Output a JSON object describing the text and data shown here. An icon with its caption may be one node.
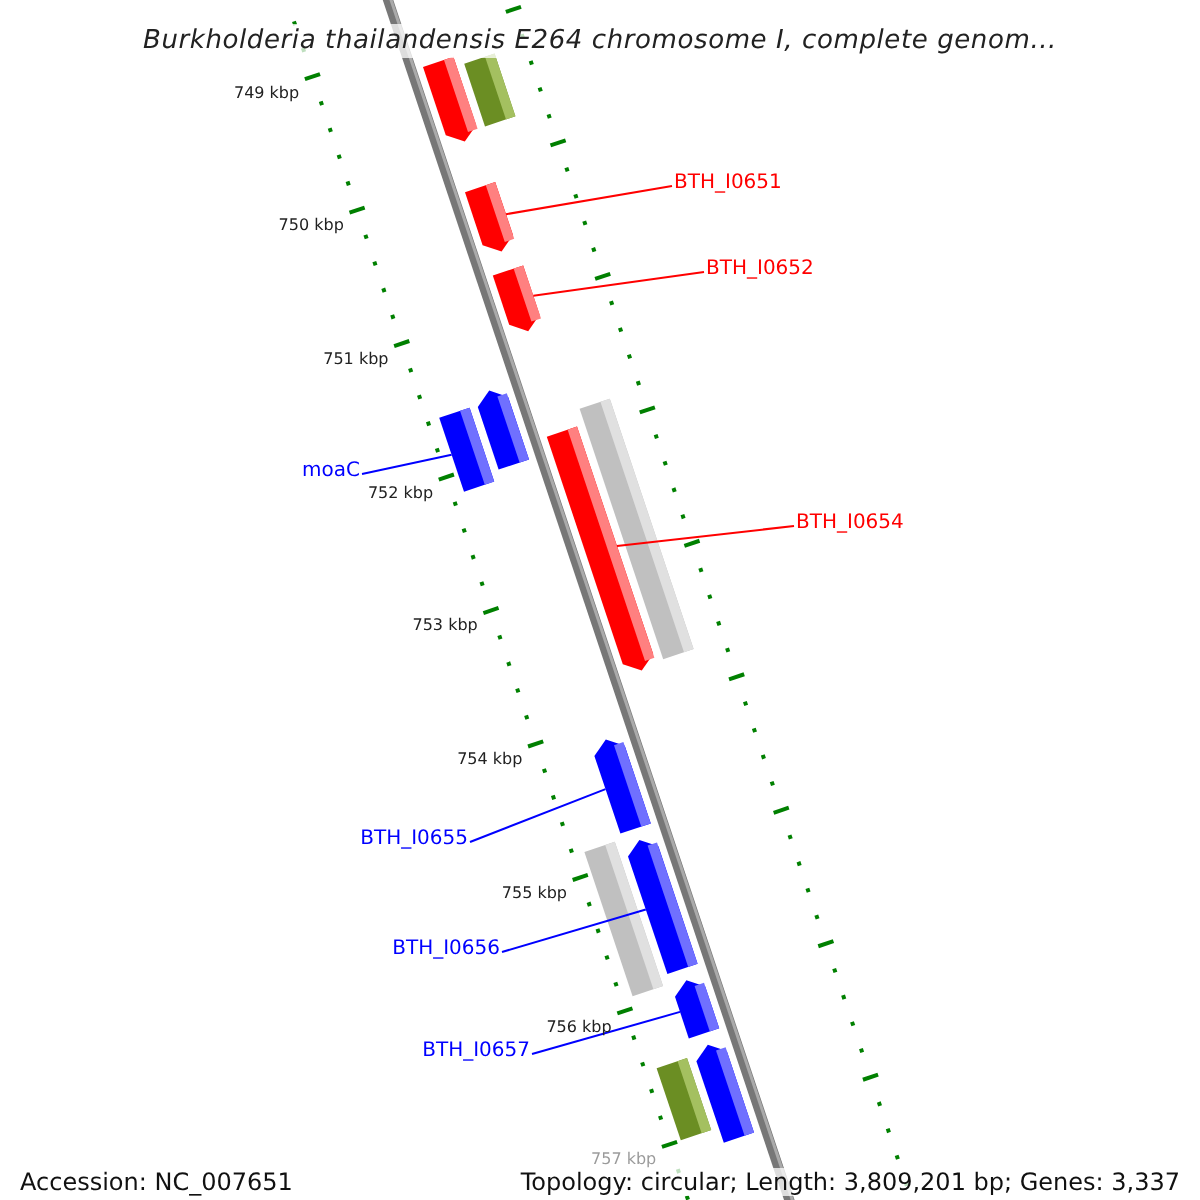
{
  "diagram": {
    "title": "Burkholderia thailandensis E264 chromosome I, complete genom...",
    "nodes": [
      {
        "text": [
          "BTH_I0651"
        ]
      },
      {
        "text": [
          "BTH_I0652"
        ]
      },
      {
        "text": [
          "moaC"
        ]
      },
      {
        "text": [
          "BTH_I0654"
        ]
      },
      {
        "text": [
          "BTH_I0655"
        ]
      },
      {
        "text": [
          "BTH_I0656"
        ]
      },
      {
        "text": [
          "BTH_I0657"
        ]
      },
      {
        "text": [],
        "shape": "bar"
      },
      {
        "text": [],
        "shape": "bar"
      },
      {
        "text": [],
        "shape": "bar"
      },
      {
        "text": [],
        "shape": "bar"
      },
      {
        "text": [],
        "shape": "bar"
      },
      {
        "text": [],
        "shape": "bar"
      },
      {
        "text": [],
        "shape": "bar"
      },
      {
        "text": [],
        "shape": "bar"
      },
      {
        "text": [],
        "shape": "bar"
      },
      {
        "text": [],
        "shape": "bar"
      },
      {
        "text": [],
        "shape": "bar"
      },
      {
        "text": [],
        "shape": "bar"
      },
      {
        "text": [],
        "shape": "bar"
      },
      {
        "text": [],
        "shape": "bar"
      }
    ],
    "edges": [
      {
        "from": 0,
        "to": 9,
        "arrow": "none",
        "color": "#ff0000"
      },
      {
        "from": 1,
        "to": 10,
        "arrow": "none",
        "color": "#ff0000"
      },
      {
        "from": 2,
        "to": 12,
        "arrow": "none"
      },
      {
        "from": 3,
        "to": 14,
        "arrow": "none",
        "color": "#ff0000"
      },
      {
        "from": 4,
        "to": 15,
        "arrow": "none"
      },
      {
        "from": 5,
        "to": 17,
        "arrow": "none"
      },
      {
        "from": 6,
        "to": 18,
        "arrow": "none"
      }
    ],
    "labels": [
      "749 kbp",
      "750 kbp",
      "751 kbp",
      "752 kbp",
      "753 kbp",
      "754 kbp",
      "755 kbp",
      "756 kbp",
      "757 kbp",
      "Accession: NC_007651",
      "Topology: circular; Length: 3,809,201 bp; Genes: 3,337"
    ]
  }
}
